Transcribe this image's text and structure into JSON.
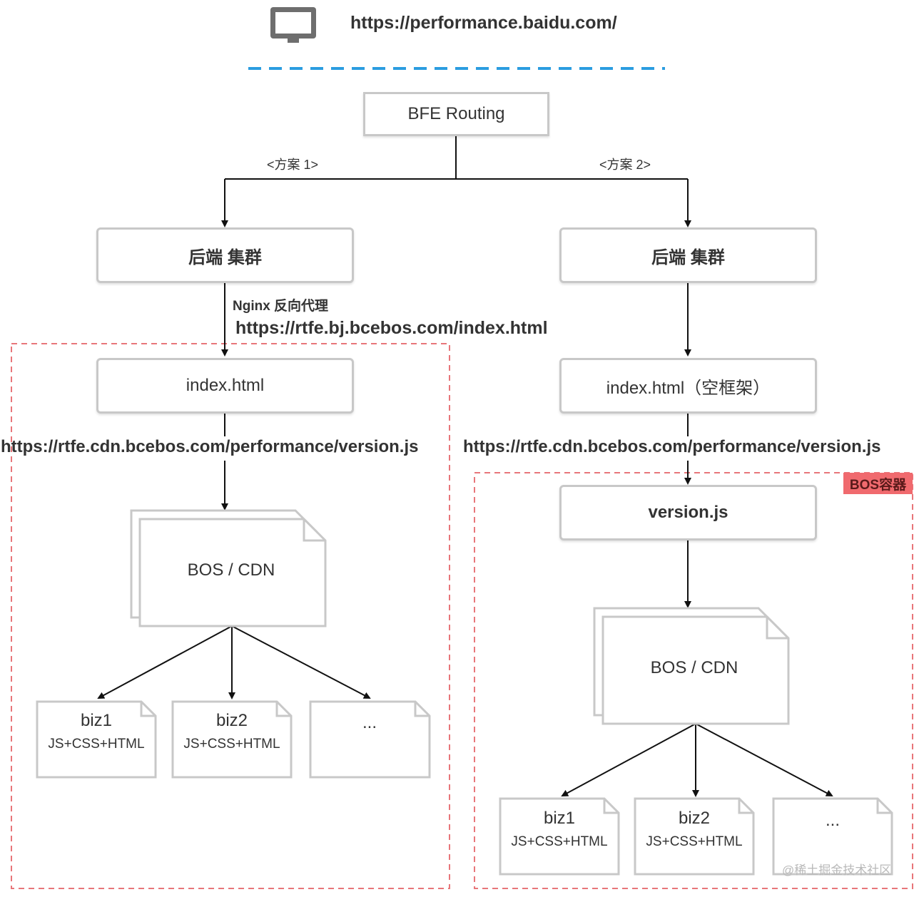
{
  "header": {
    "url": "https://performance.baidu.com/",
    "icon": "monitor-icon"
  },
  "routing": {
    "label": "BFE Routing"
  },
  "plan1": {
    "label": "<方案 1>",
    "backend": "后端 集群",
    "proxy_label": "Nginx 反向代理",
    "proxy_url": "https://rtfe.bj.bcebos.com/index.html",
    "index": "index.html",
    "version_url": "https://rtfe.cdn.bcebos.com/performance/version.js",
    "storage": "BOS / CDN",
    "docs": [
      {
        "title": "biz1",
        "sub": "JS+CSS+HTML"
      },
      {
        "title": "biz2",
        "sub": "JS+CSS+HTML"
      },
      {
        "title": "...",
        "sub": ""
      }
    ]
  },
  "plan2": {
    "label": "<方案 2>",
    "backend": "后端 集群",
    "index": "index.html（空框架）",
    "version_url": "https://rtfe.cdn.bcebos.com/performance/version.js",
    "container_badge": "BOS容器",
    "version": "version.js",
    "storage": "BOS / CDN",
    "docs": [
      {
        "title": "biz1",
        "sub": "JS+CSS+HTML"
      },
      {
        "title": "biz2",
        "sub": "JS+CSS+HTML"
      },
      {
        "title": "...",
        "sub": ""
      }
    ]
  },
  "watermark": "@稀土掘金技术社区",
  "colors": {
    "dashed_separator": "#2b9de0",
    "container_border": "#e8767a",
    "badge": "#f06a6e",
    "box_border": "#c8c8c8"
  }
}
